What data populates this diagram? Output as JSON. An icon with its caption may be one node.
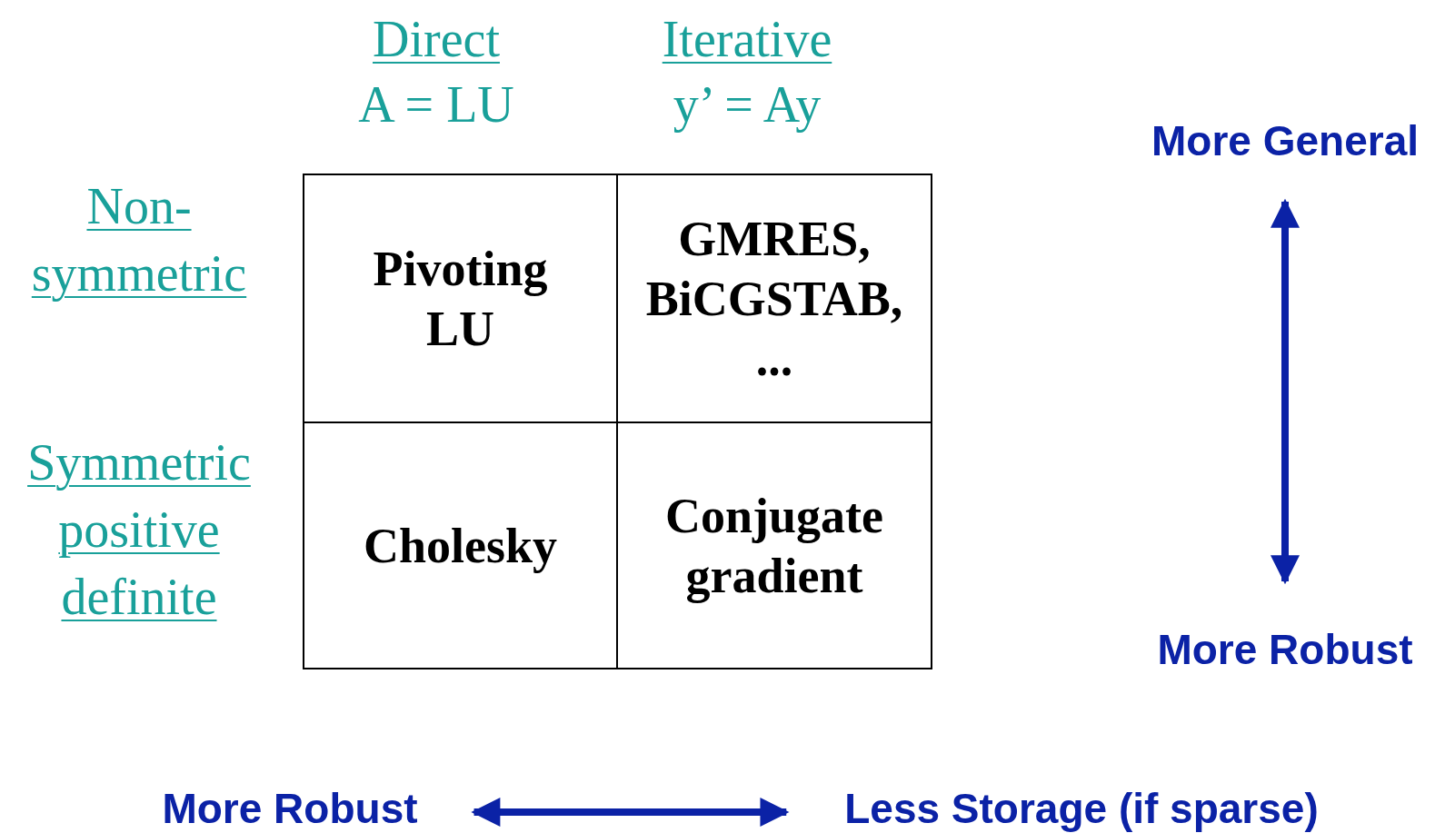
{
  "diagram": {
    "nodes": [
      {
        "text": [
          "Pivoting LU"
        ]
      },
      {
        "text": [
          "GMRES, BiCGSTAB, ..."
        ]
      },
      {
        "text": [
          "Cholesky"
        ]
      },
      {
        "text": [
          "Conjugate gradient"
        ]
      },
      {
        "text": [
          "More General"
        ]
      },
      {
        "text": [
          "More Robust"
        ]
      },
      {
        "text": [
          "More Robust"
        ]
      },
      {
        "text": [
          "Less Storage (if sparse)"
        ]
      }
    ],
    "edges": [
      {
        "from": 4,
        "to": 5,
        "arrow": "both"
      },
      {
        "from": 6,
        "to": 7,
        "arrow": "both"
      }
    ],
    "labels": [
      "Direct",
      "A = LU",
      "Iterative",
      "y’ = Ay",
      "Non-symmetric",
      "Symmetric positive definite"
    ]
  }
}
